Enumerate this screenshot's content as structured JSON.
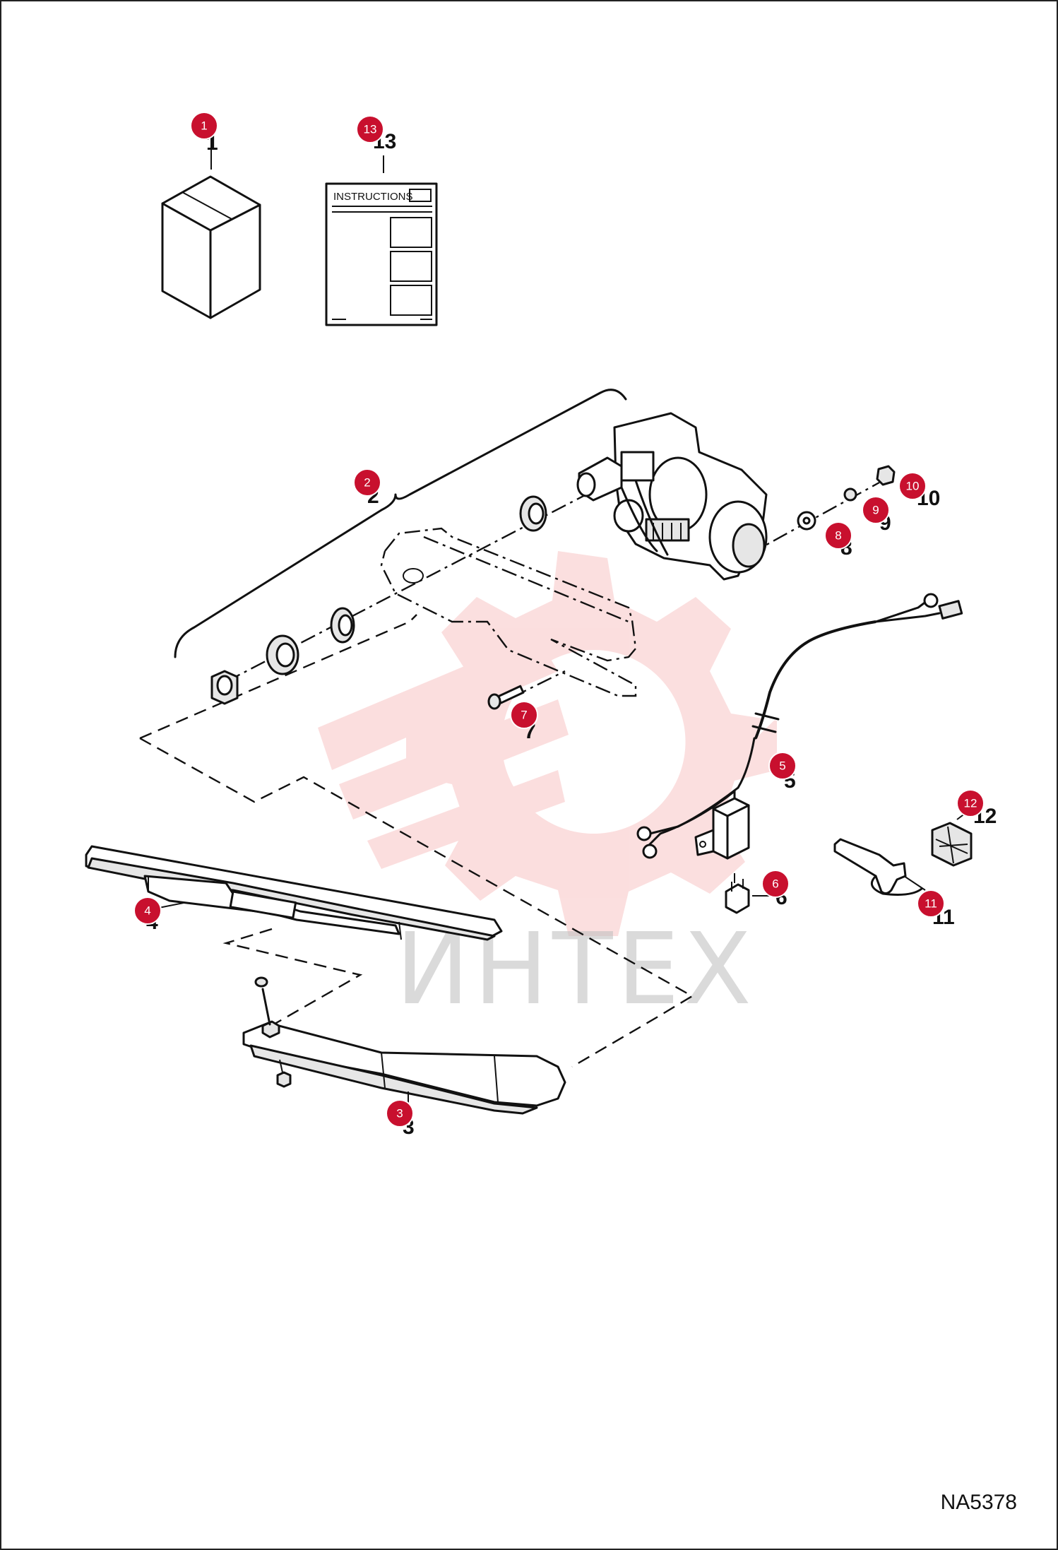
{
  "figure_code": "NA5378",
  "watermark_text": "ИНТЕХ",
  "instruction_sheet_label": "INSTRUCTIONS",
  "callouts": [
    {
      "id": "1",
      "label": "1"
    },
    {
      "id": "2",
      "label": "2"
    },
    {
      "id": "3",
      "label": "3"
    },
    {
      "id": "4",
      "label": "4"
    },
    {
      "id": "5",
      "label": "5"
    },
    {
      "id": "6",
      "label": "6"
    },
    {
      "id": "7",
      "label": "7"
    },
    {
      "id": "8",
      "label": "8"
    },
    {
      "id": "9",
      "label": "9"
    },
    {
      "id": "10",
      "label": "10"
    },
    {
      "id": "11",
      "label": "11"
    },
    {
      "id": "12",
      "label": "12"
    },
    {
      "id": "13",
      "label": "13"
    }
  ],
  "colors": {
    "marker": "#c8102e",
    "line": "#111111",
    "watermark_gear": "#f28b8b"
  }
}
